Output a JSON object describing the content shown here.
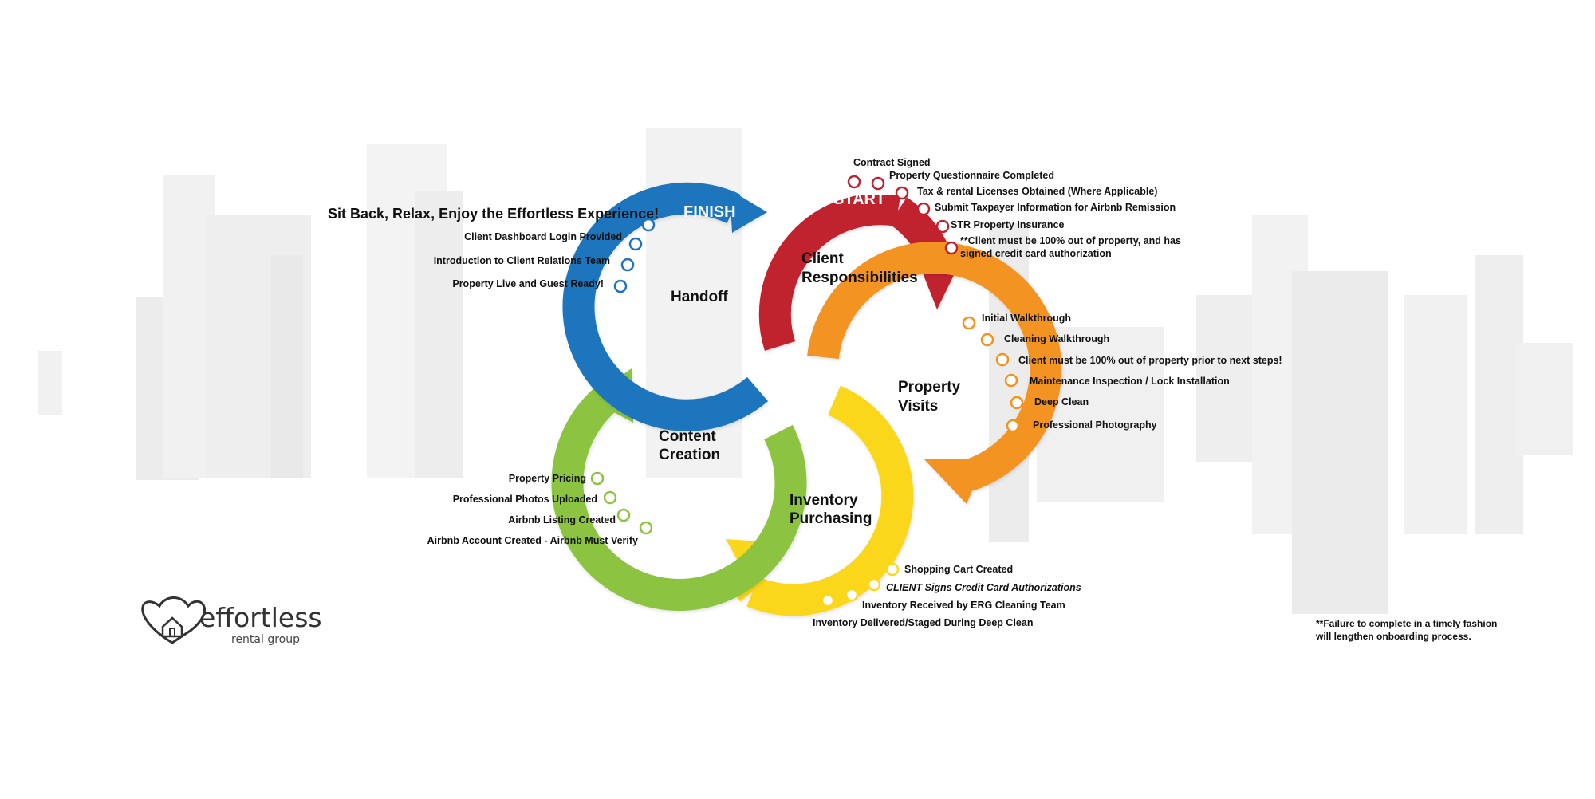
{
  "headline": "Sit Back, Relax, Enjoy the Effortless Experience!",
  "footnote": [
    "**Failure to complete in a timely fashion",
    "will lengthen onboarding process."
  ],
  "logo": {
    "word": "effortless",
    "sub": "rental group",
    "icon": "heart-house-icon"
  },
  "colors": {
    "red": "#c0212f",
    "orange": "#f39320",
    "yellow": "#fbd71f",
    "green": "#8cc33f",
    "blue": "#1f74bd"
  },
  "stages": {
    "start": "START",
    "finish": "FINISH"
  },
  "cycles": {
    "client": {
      "title_line1": "Client",
      "title_line2": "Responsibilities"
    },
    "property": {
      "title_line1": "Property",
      "title_line2": "Visits"
    },
    "inventory": {
      "title_line1": "Inventory",
      "title_line2": "Purchasing"
    },
    "content": {
      "title_line1": "Content",
      "title_line2": "Creation"
    },
    "handoff": {
      "title_line1": "Handoff"
    }
  },
  "steps": {
    "client": [
      "Contract Signed",
      "Property Questionnaire Completed",
      "Tax & rental Licenses Obtained (Where Applicable)",
      "Submit Taxpayer Information for Airbnb Remission",
      "STR Property Insurance",
      "**Client must be 100% out of property, and has",
      "signed credit card authorization"
    ],
    "property": [
      "Initial Walkthrough",
      "Cleaning Walkthrough",
      "Client must be 100% out of property prior to next steps!",
      "Maintenance Inspection / Lock Installation",
      "Deep Clean",
      "Professional Photography"
    ],
    "inventory": [
      "Shopping Cart Created",
      "CLIENT Signs Credit Card Authorizations",
      "Inventory Received by ERG Cleaning Team",
      "Inventory Delivered/Staged During Deep Clean"
    ],
    "content": [
      "Property Pricing",
      "Professional Photos Uploaded",
      "Airbnb Listing Created",
      "Airbnb Account Created - Airbnb Must Verify"
    ],
    "handoff": [
      "Client Dashboard Login Provided",
      "Introduction to Client Relations Team",
      "Property Live and Guest Ready!"
    ]
  }
}
